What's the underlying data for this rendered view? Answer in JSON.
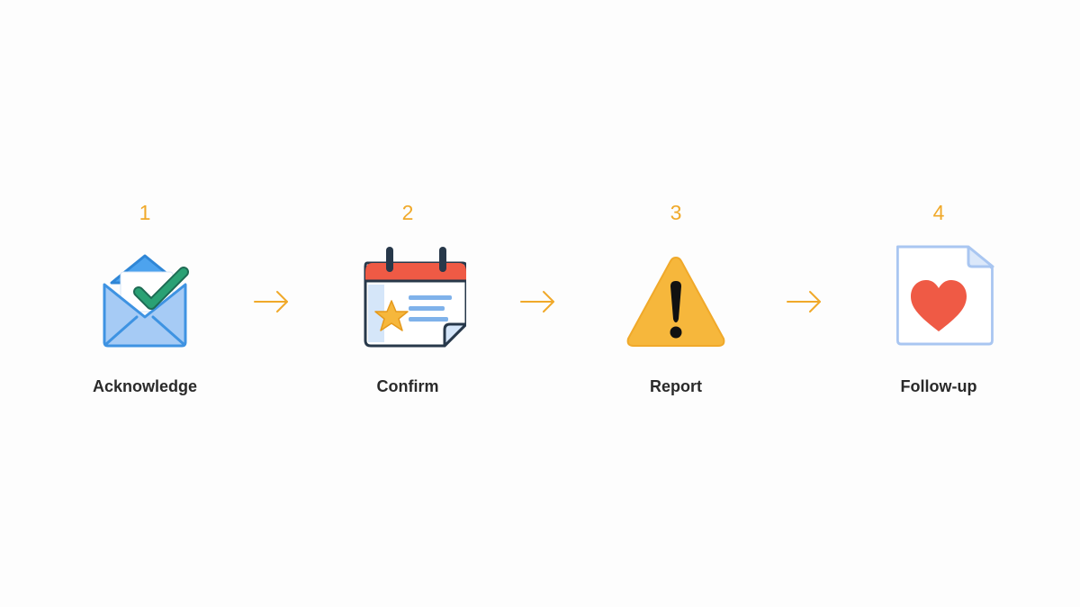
{
  "steps": [
    {
      "number": "1",
      "label": "Acknowledge",
      "icon": "envelope-check-icon"
    },
    {
      "number": "2",
      "label": "Confirm",
      "icon": "calendar-star-icon"
    },
    {
      "number": "3",
      "label": "Report",
      "icon": "warning-triangle-icon"
    },
    {
      "number": "4",
      "label": "Follow-up",
      "icon": "document-heart-icon"
    }
  ],
  "connectors": [
    {
      "icon": "arrow-right-icon"
    },
    {
      "icon": "arrow-right-icon"
    },
    {
      "icon": "arrow-right-icon"
    }
  ],
  "colors": {
    "number": "#f0a92a",
    "arrow": "#f0a92a",
    "label": "#2a2a2a",
    "envelope": "#4da3ee",
    "check": "#2aa174",
    "calendar_header": "#ef5a45",
    "star": "#f6b73c",
    "warning": "#f6b73c",
    "heart": "#ef5a45",
    "document": "#a9c6f1"
  }
}
